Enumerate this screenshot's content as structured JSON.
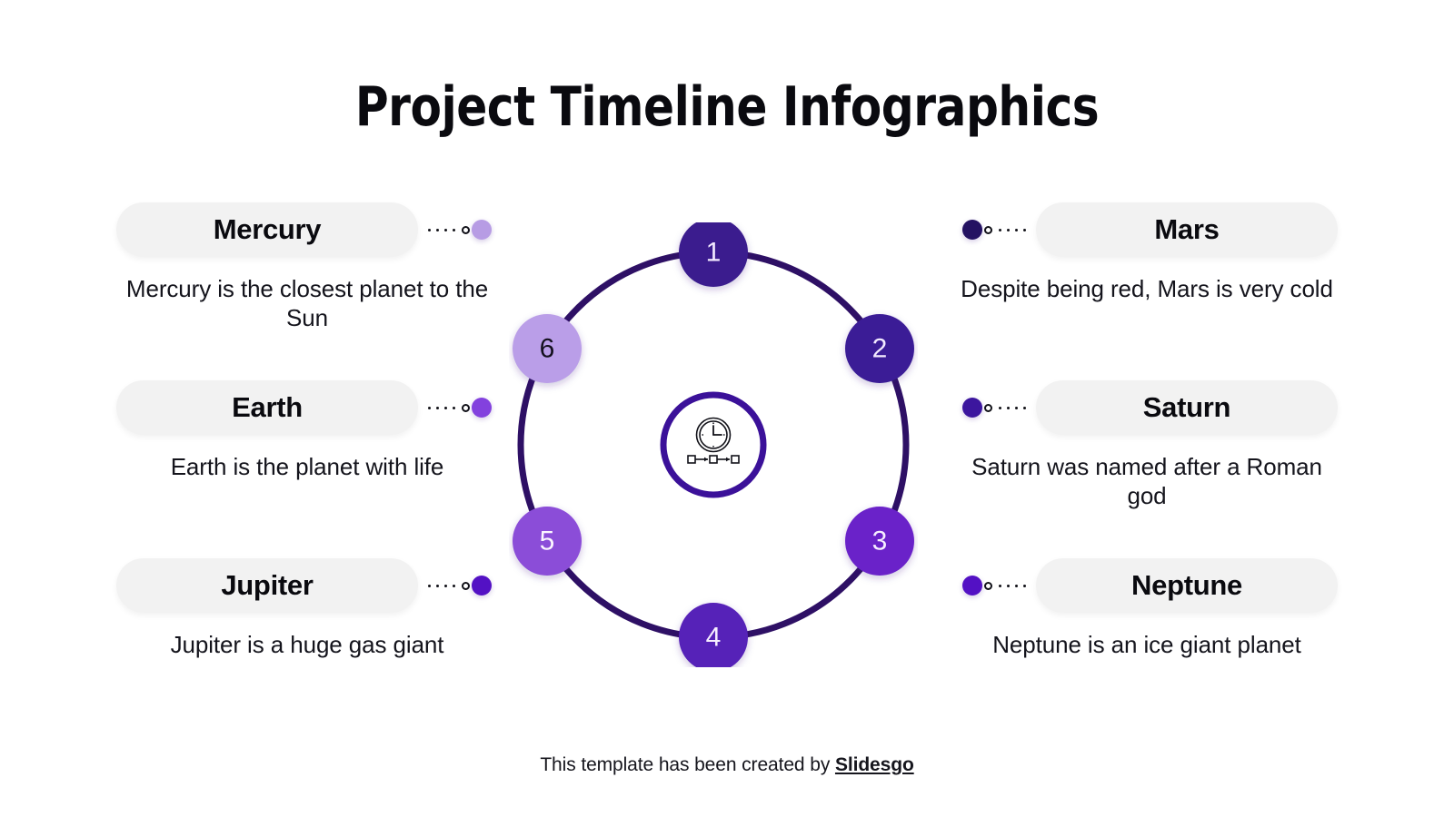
{
  "slide": {
    "title": "Project Timeline Infographics",
    "background": "#ffffff"
  },
  "left_items": [
    {
      "name": "Mercury",
      "description": "Mercury is the closest planet to the Sun",
      "dot_color": "#B79CE4",
      "icon": "connector-dotted-line"
    },
    {
      "name": "Earth",
      "description": "Earth is the planet with life",
      "dot_color": "#8341DE",
      "icon": "connector-dotted-line"
    },
    {
      "name": "Jupiter",
      "description": "Jupiter is a huge gas giant",
      "dot_color": "#5311C4",
      "icon": "connector-dotted-line"
    }
  ],
  "right_items": [
    {
      "name": "Mars",
      "description": "Despite being red, Mars is very cold",
      "dot_color": "#241262",
      "icon": "connector-dotted-line"
    },
    {
      "name": "Saturn",
      "description": "Saturn was named after a Roman god",
      "dot_color": "#3C169E",
      "icon": "connector-dotted-line"
    },
    {
      "name": "Neptune",
      "description": "Neptune is an ice giant planet",
      "dot_color": "#5311C4",
      "icon": "connector-dotted-line"
    }
  ],
  "diagram": {
    "ring_color": "#2E1065",
    "center_icon": "clock-timeline-icon",
    "nodes": [
      {
        "label": "1",
        "color": "#3A1D8E",
        "text_color": "#f3eaff",
        "angle": -90
      },
      {
        "label": "2",
        "color": "#3A1D96",
        "text_color": "#f3eaff",
        "angle": -30
      },
      {
        "label": "3",
        "color": "#6B21C9",
        "text_color": "#f6eeff",
        "angle": 30
      },
      {
        "label": "4",
        "color": "#5620B8",
        "text_color": "#f6eeff",
        "angle": 90
      },
      {
        "label": "5",
        "color": "#8B4DD8",
        "text_color": "#fbf6ff",
        "angle": 150
      },
      {
        "label": "6",
        "color": "#BA9EE8",
        "text_color": "#14101e",
        "angle": -150
      }
    ]
  },
  "footer": {
    "text_prefix": "This template has been created by ",
    "brand": "Slidesgo"
  }
}
